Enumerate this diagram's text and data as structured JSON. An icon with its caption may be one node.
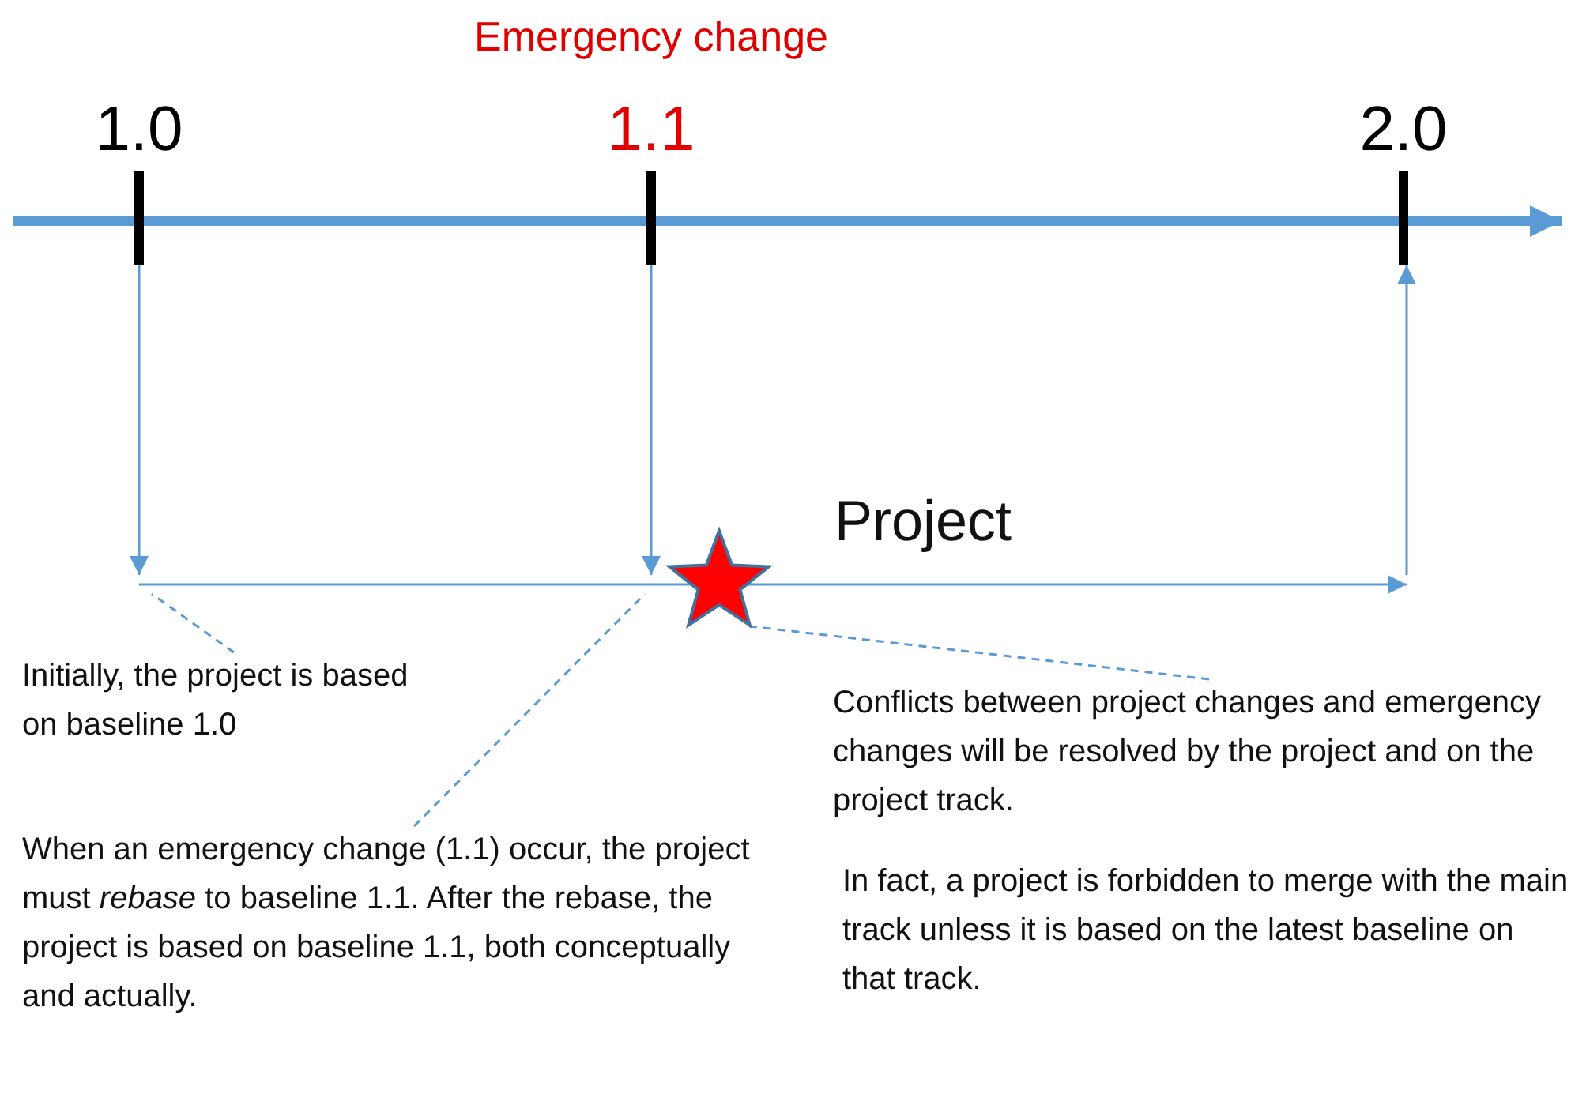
{
  "diagram": {
    "nodes": [
      {
        "text": [
          "1.0"
        ]
      },
      {
        "text": [
          "1.1"
        ],
        "beside": [
          "Emergency change"
        ]
      },
      {
        "text": [
          "2.0"
        ]
      },
      {
        "text": [],
        "shape": "bar"
      },
      {
        "text": [],
        "shape": "star"
      },
      {
        "text": [
          "Initially, the project is based on baseline 1.0"
        ]
      },
      {
        "text": [
          "When an emergency change (1.1) occur, the project must *rebase* to baseline 1.1. After the rebase, the project is based on baseline 1.1, both conceptually and actually."
        ]
      },
      {
        "text": [
          "Conflicts between project changes and emergency changes will be resolved by the project and on the project track."
        ]
      }
    ],
    "edges": [
      {
        "from": 0,
        "to": 3,
        "arrow": "to"
      },
      {
        "from": 1,
        "to": 3,
        "arrow": "to"
      },
      {
        "from": 3,
        "to": 2,
        "arrow": "to"
      },
      {
        "from": 5,
        "to": 3,
        "arrow": "none",
        "style": "dashed"
      },
      {
        "from": 6,
        "to": 3,
        "arrow": "none",
        "style": "dashed"
      },
      {
        "from": 7,
        "to": 4,
        "arrow": "none",
        "style": "dashed"
      }
    ],
    "labels": [
      "Project",
      "In fact, a project is forbidden to merge with the main track unless it is based on the latest baseline on that track."
    ]
  }
}
